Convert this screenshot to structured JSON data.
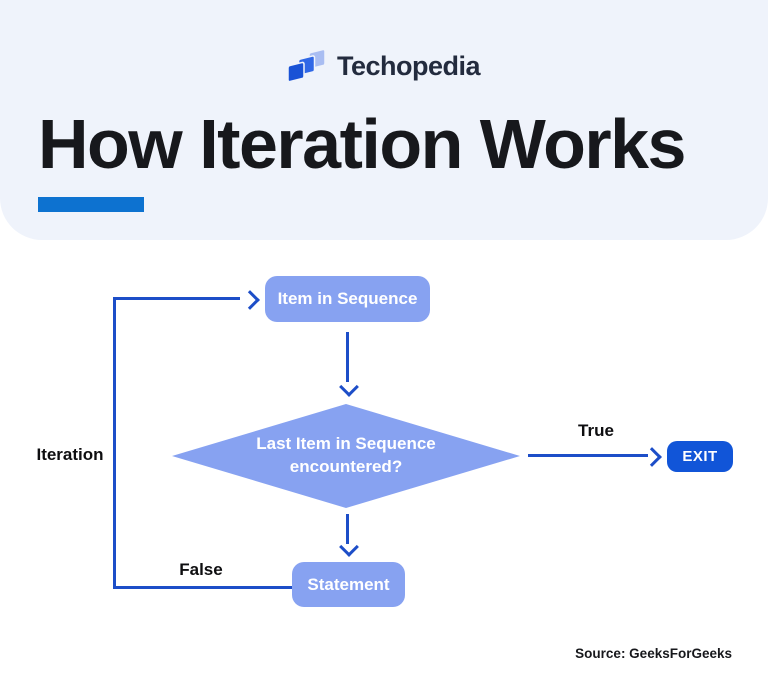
{
  "brand": {
    "name": "Techopedia",
    "logo_colors": {
      "dark": "#1952d6",
      "mid": "#2f67e6",
      "light": "#a9bdf2"
    }
  },
  "header": {
    "title": "How Iteration Works",
    "accent_color": "#0d72d0",
    "background": "#eff3fb"
  },
  "flowchart": {
    "colors": {
      "node_fill": "#87a2f1",
      "node_text": "#ffffff",
      "arrow": "#1d4ec8",
      "exit_fill": "#1155d8"
    },
    "nodes": {
      "item_in_sequence": "Item in Sequence",
      "decision_line1": "Last Item in Sequence",
      "decision_line2": "encountered?",
      "statement": "Statement",
      "exit": "EXIT"
    },
    "labels": {
      "iteration": "Iteration",
      "true": "True",
      "false": "False"
    }
  },
  "footer": {
    "source": "Source: GeeksForGeeks"
  }
}
